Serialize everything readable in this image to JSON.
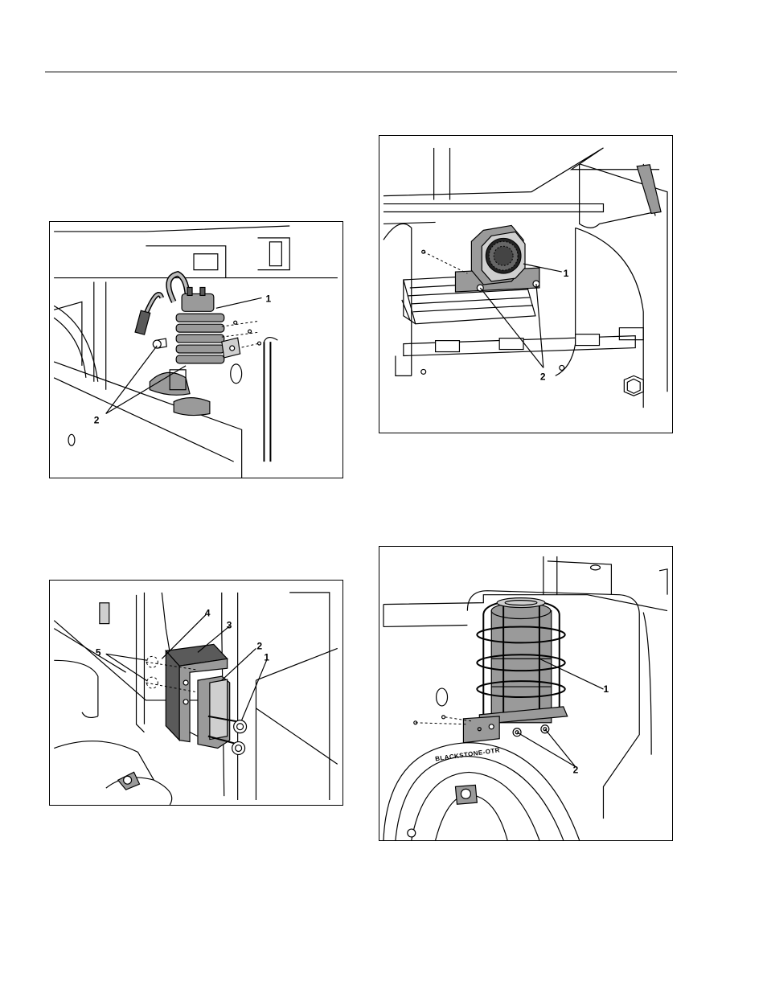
{
  "figures": [
    {
      "id": "fig1",
      "callouts": [
        "1",
        "2"
      ]
    },
    {
      "id": "fig2",
      "callouts": [
        "1",
        "2"
      ]
    },
    {
      "id": "fig3",
      "callouts": [
        "1",
        "2",
        "3",
        "4",
        "5"
      ]
    },
    {
      "id": "fig4",
      "callouts": [
        "1",
        "2"
      ],
      "brand_text": "BLACKSTONE-OTR"
    }
  ],
  "colors": {
    "line": "#000000",
    "part_fill": "#9a9a9a",
    "dark_fill": "#5a5a5a"
  }
}
